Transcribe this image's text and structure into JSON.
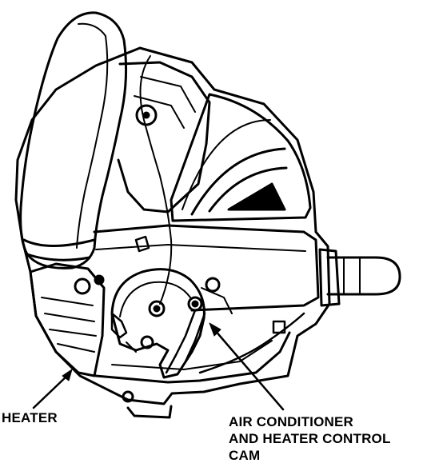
{
  "labels": {
    "heater": "HEATER",
    "cam_line1": "AIR CONDITIONER",
    "cam_line2": "AND HEATER CONTROL",
    "cam_line3": "CAM"
  },
  "colors": {
    "ink": "#000000",
    "paper": "#ffffff"
  }
}
